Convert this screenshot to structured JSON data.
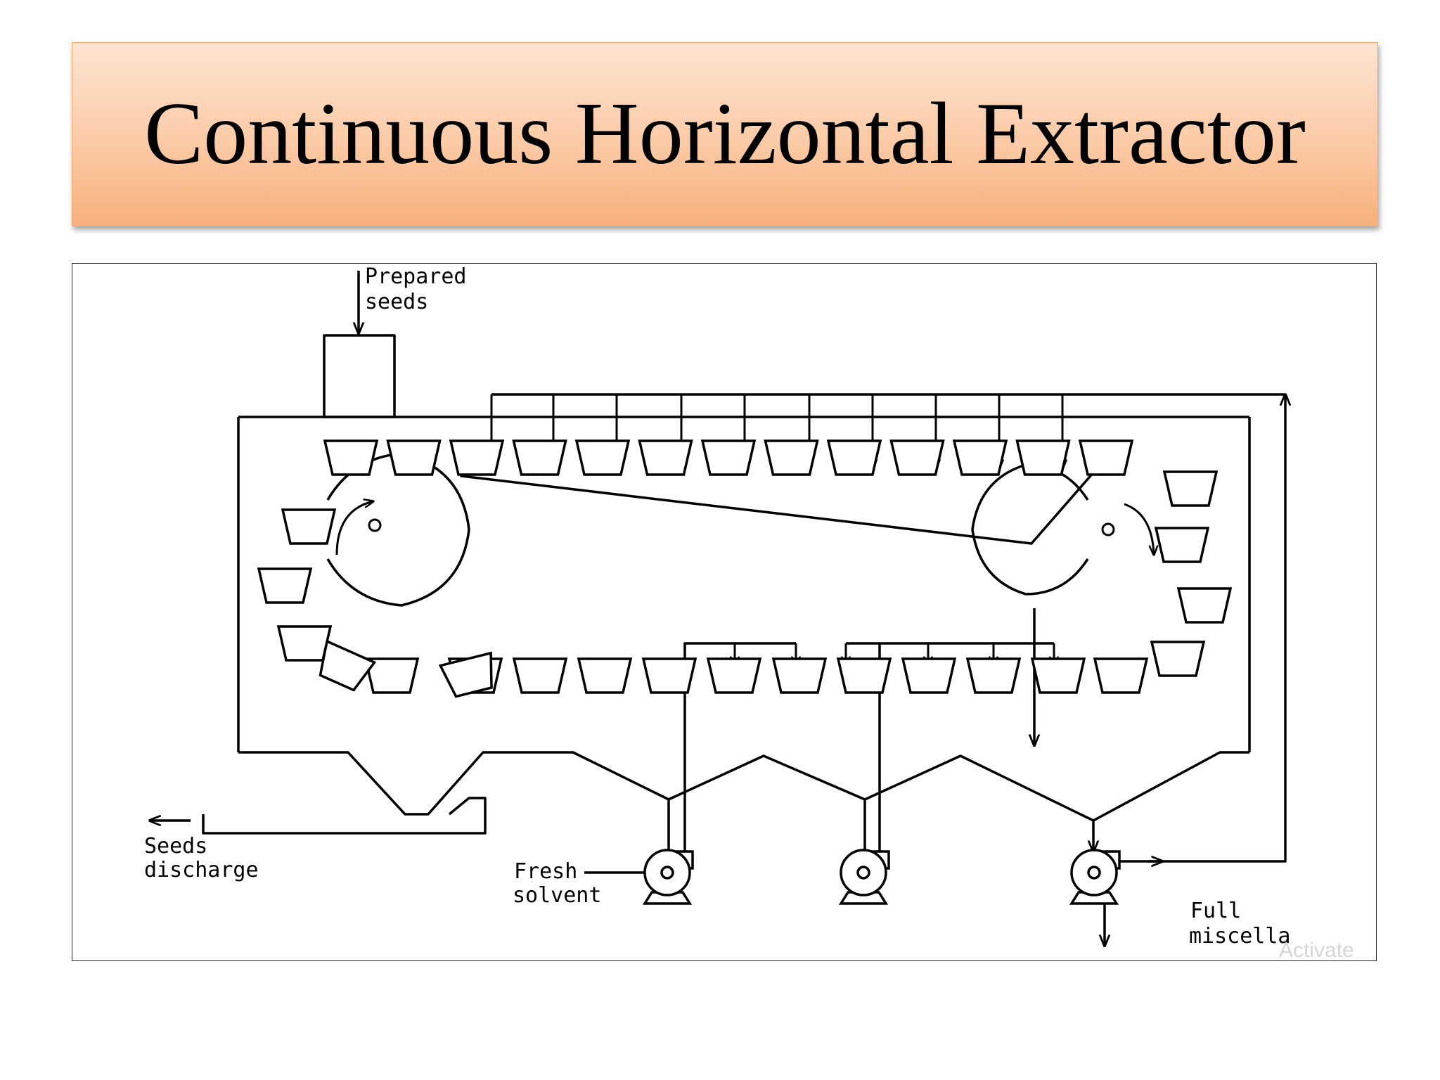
{
  "slide": {
    "title": "Continuous Horizontal Extractor"
  },
  "diagram": {
    "labels": {
      "prepared_line1": "Prepared",
      "prepared_line2": "seeds",
      "seeds_line1": "Seeds",
      "seeds_line2": "discharge",
      "fresh_line1": "Fresh",
      "fresh_line2": "solvent",
      "full_line1": "Full",
      "full_line2": "miscella"
    },
    "watermark": "Activate"
  },
  "colors": {
    "title_gradient_top": "#fde4d2",
    "title_gradient_bottom": "#f7b07c",
    "line": "#000000"
  }
}
